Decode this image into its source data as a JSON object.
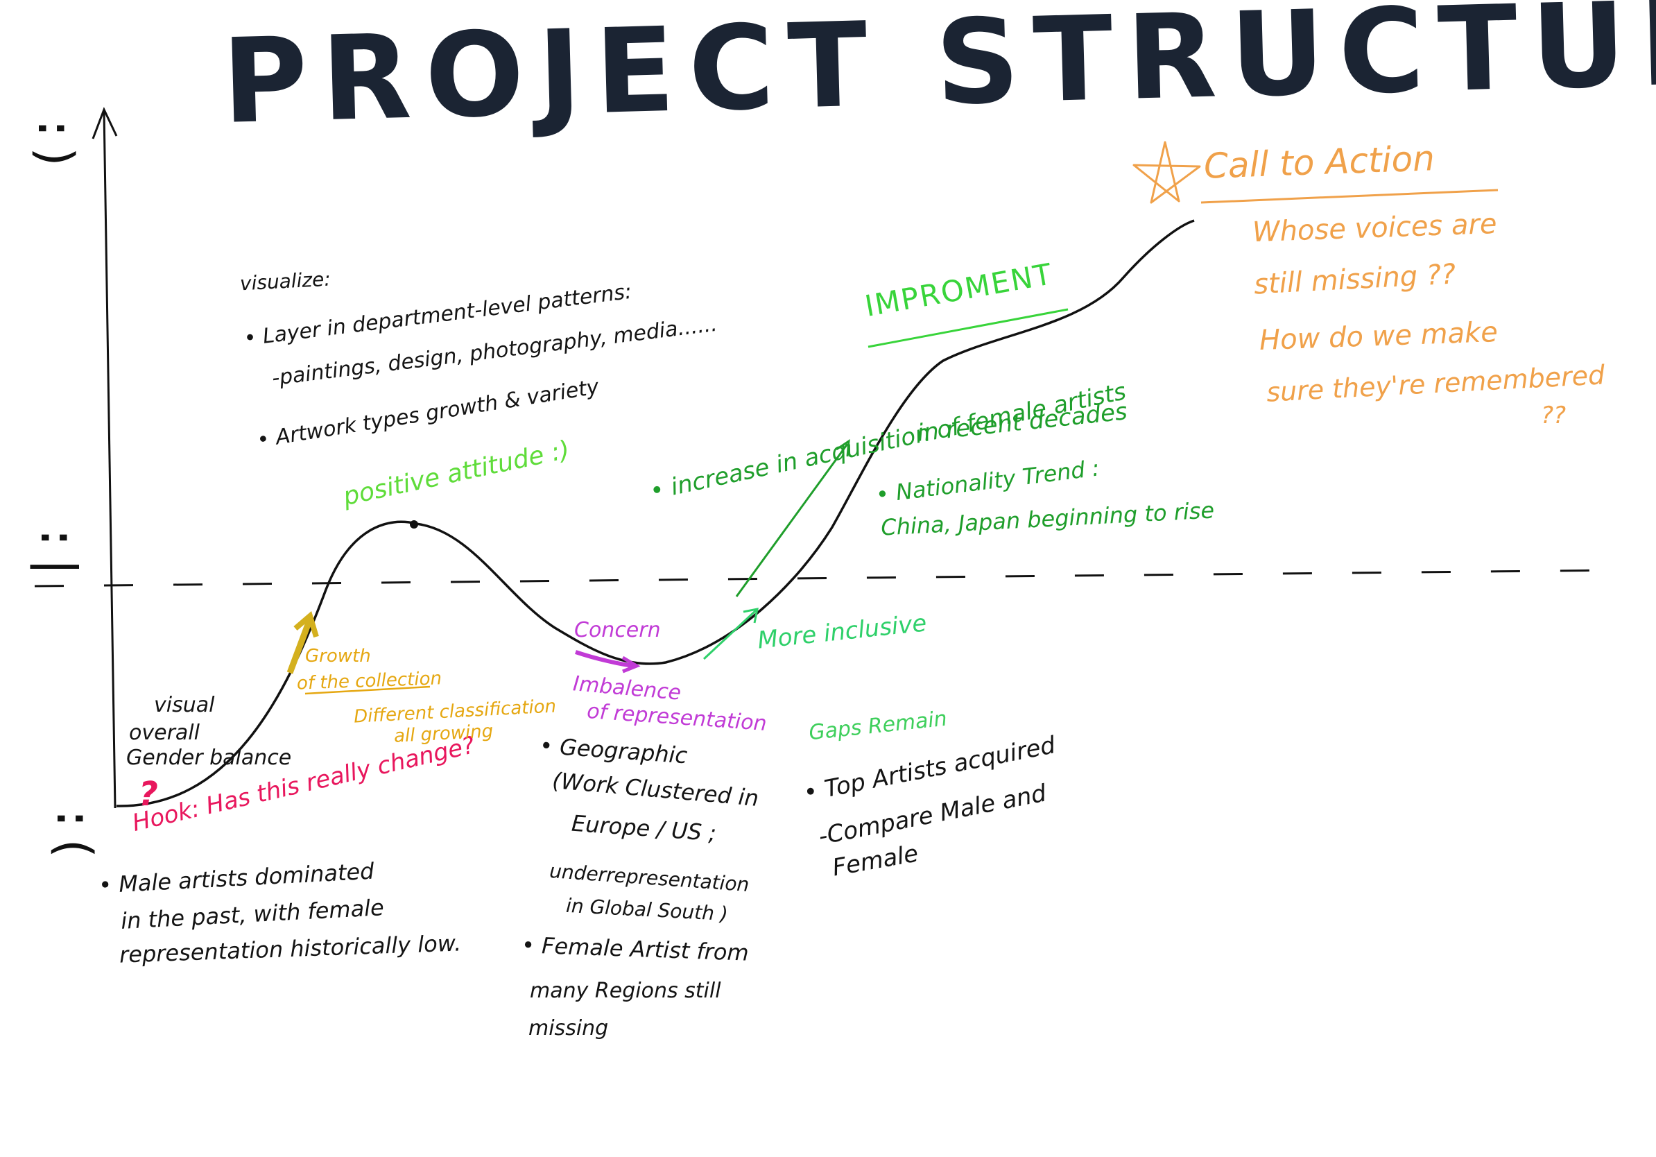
{
  "title": "PROJECT STRUCTURE",
  "faces": {
    "top": ":)",
    "mid": ":|",
    "bottom": ":("
  },
  "colors": {
    "ink": "#141414",
    "title": "#1b2433",
    "hook": "#e8175d",
    "growth": "#e5a711",
    "growth_arrow": "#d4b01e",
    "concern": "#c13bd6",
    "positive": "#5fdc3a",
    "improvement": "#38d43a",
    "green_dark": "#1f9e2b",
    "inclusive": "#2fd06a",
    "gaps": "#3fcf5c",
    "call": "#f0a14a"
  },
  "notes": {
    "visualize_head": "visualize:",
    "visualize_1": "• Layer in department-level patterns:",
    "visualize_2": "-paintings, design, photography, media......",
    "visualize_3": "• Artwork types growth & variety",
    "positive": "positive attitude :)",
    "visual_1": "visual",
    "visual_2": "overall",
    "visual_3": "Gender balance",
    "hook": "Hook: Has this really change?",
    "hook_mark": "?",
    "male_1": "• Male artists dominated",
    "male_2": "in the past, with female",
    "male_3": "representation historically low.",
    "growth_1": "Growth",
    "growth_2": "of the collection",
    "growth_3": "Different classification",
    "growth_4": "all growing",
    "concern": "Concern",
    "imbalance_1": "Imbalence",
    "imbalance_2": "of representation",
    "geo_1": "• Geographic",
    "geo_2": "(Work Clustered in",
    "geo_3": "Europe / US ;",
    "geo_4": "underrepresentation",
    "geo_5": "in Global South )",
    "female_1": "• Female Artist from",
    "female_2": "many Regions still",
    "female_3": "missing",
    "inclusive": "More inclusive",
    "gaps": "Gaps Remain",
    "top_1": "• Top Artists acquired",
    "top_2": "-Compare Male and",
    "top_3": "Female",
    "increase_1": "• increase in acquisition of female artists",
    "increase_2": "in recent decades",
    "nation_1": "• Nationality Trend :",
    "nation_2": "China, Japan beginning to rise",
    "improvement": "IMPROMENT",
    "call": "Call to Action",
    "whose_1": "Whose voices are",
    "whose_2": "still missing ??",
    "whose_3": "How do we make",
    "whose_4": "sure they're remembered",
    "whose_5": "??"
  }
}
